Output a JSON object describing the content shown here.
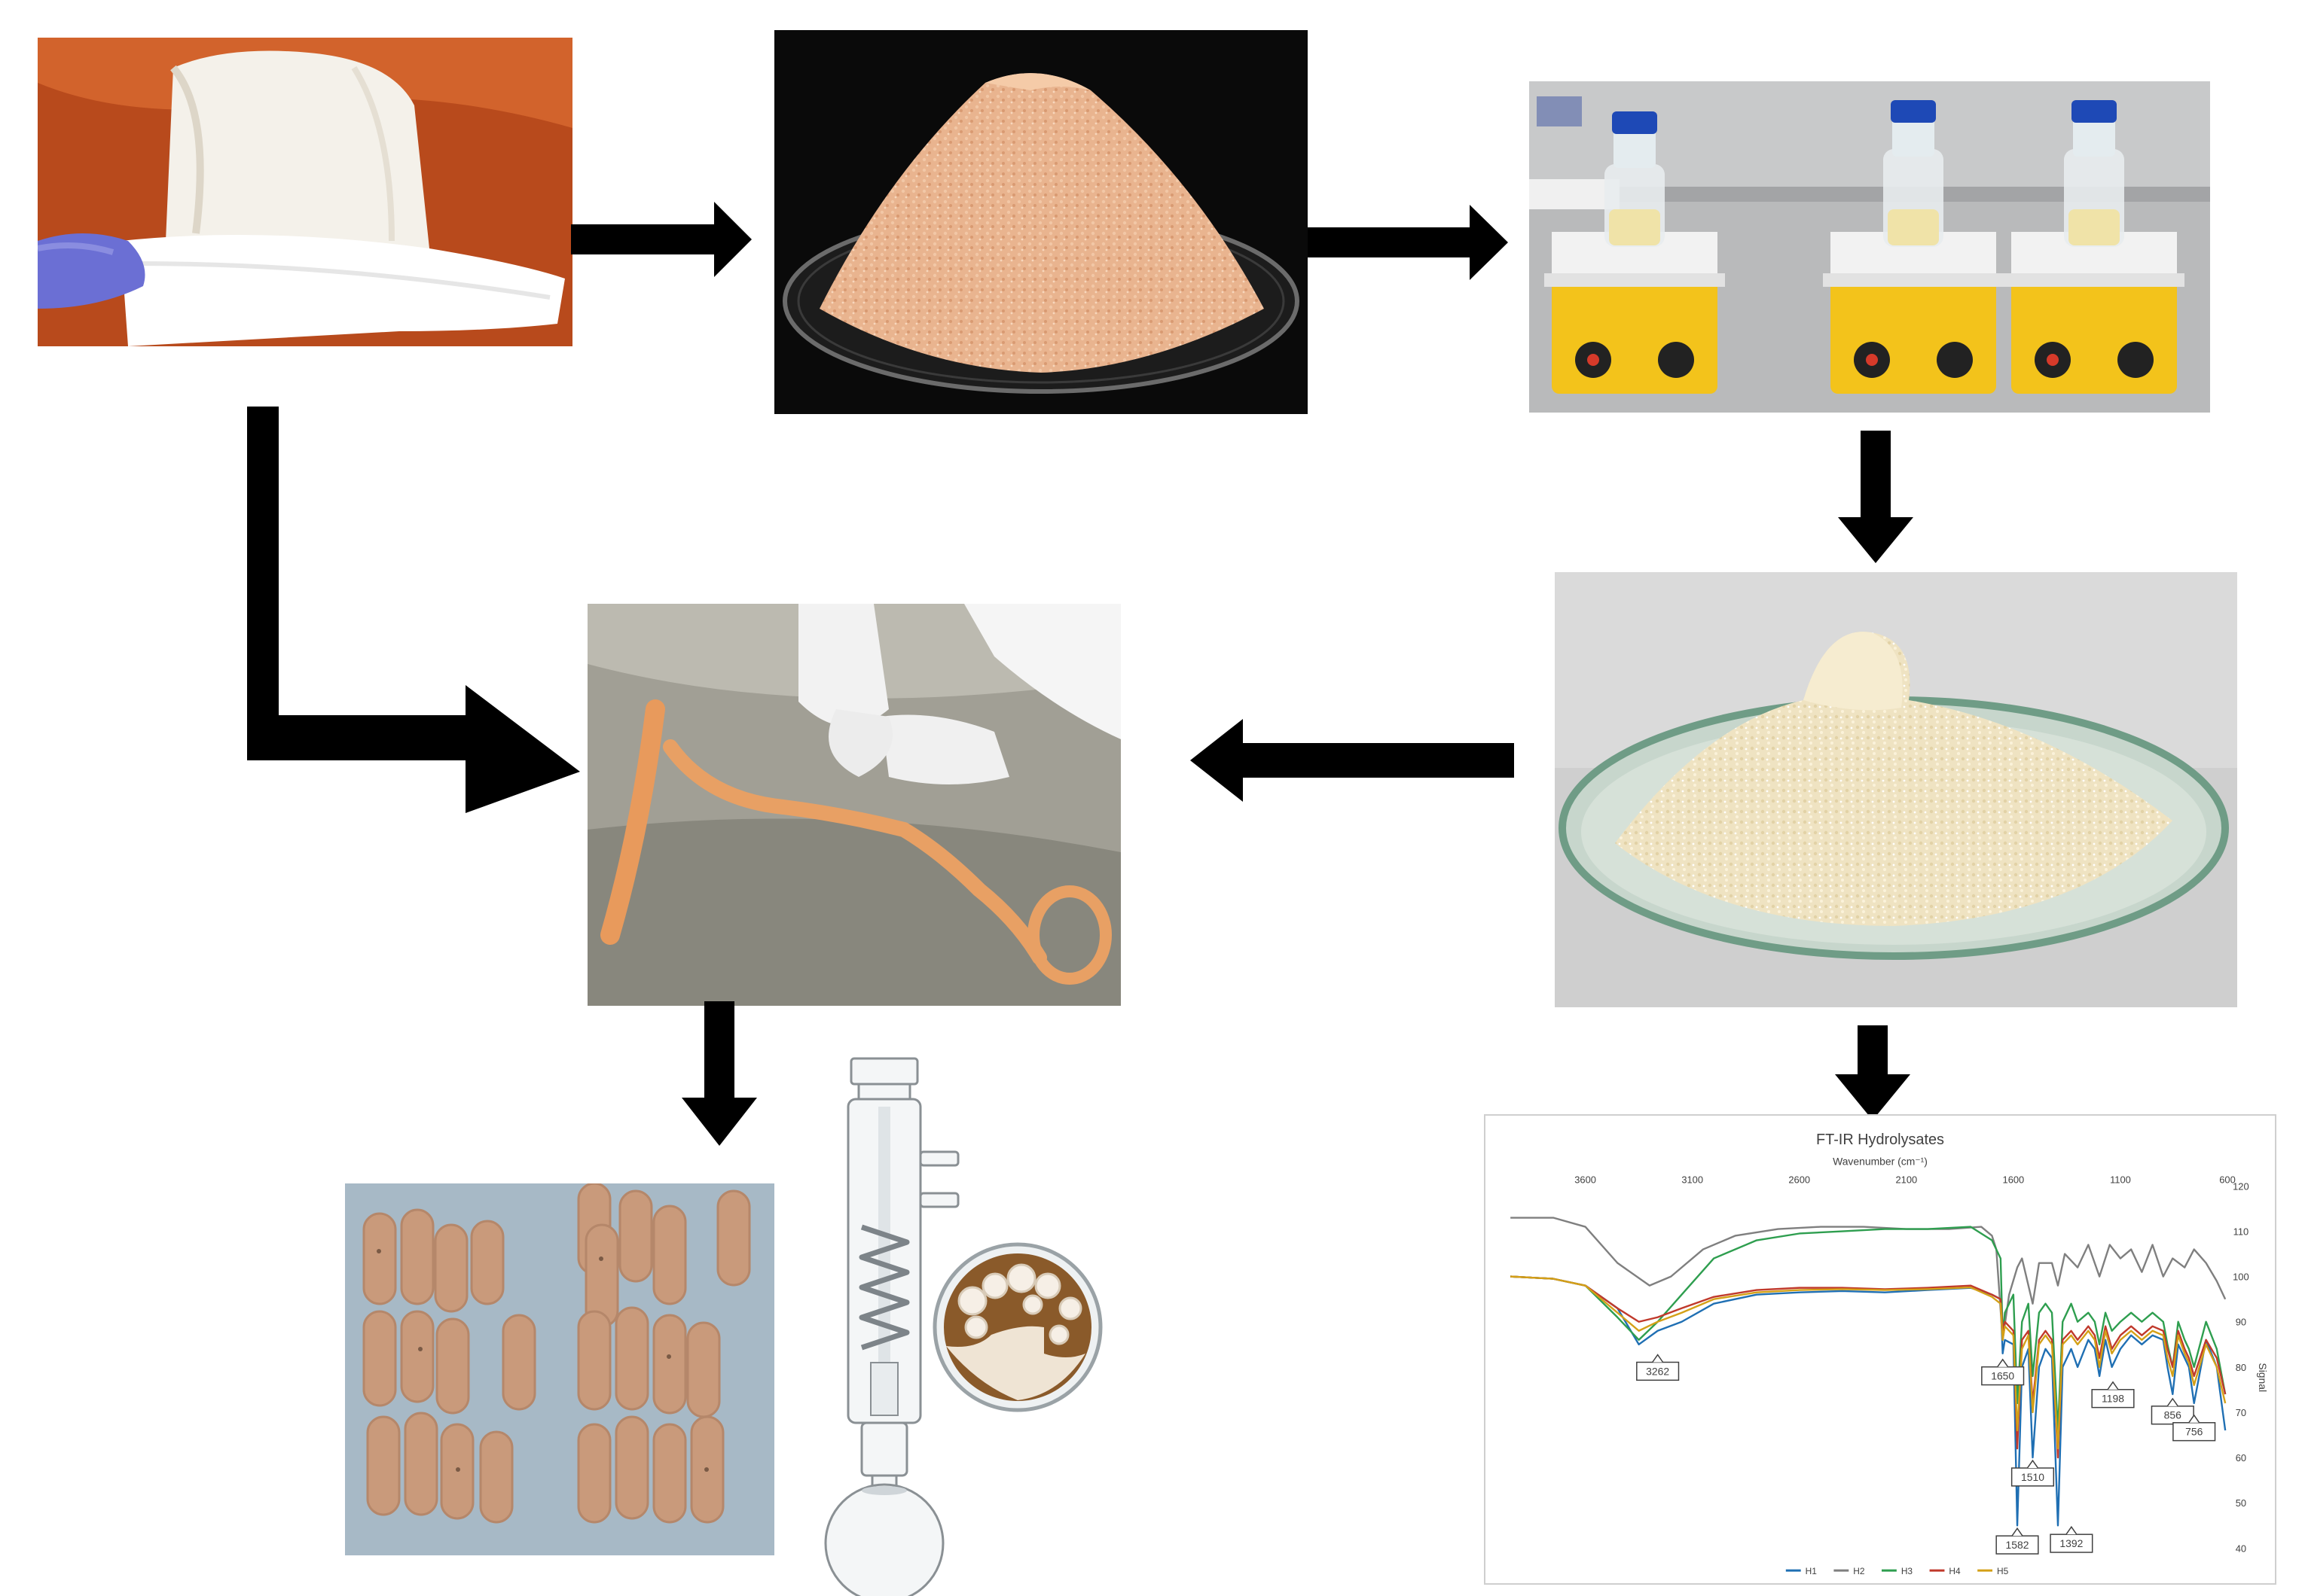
{
  "chart_data": {
    "type": "line",
    "title": "FT-IR Hydrolysates",
    "xlabel": "Wavenumber (cm⁻¹)",
    "ylabel": "Signal",
    "x_ticks": [
      3600,
      3100,
      2600,
      2100,
      1600,
      1100,
      600
    ],
    "y_ticks": [
      40,
      50,
      60,
      70,
      80,
      90,
      100,
      110,
      120
    ],
    "xlim": [
      3950,
      600
    ],
    "ylim": [
      40,
      120
    ],
    "x_axis": "reversed",
    "legend_position": "bottom",
    "annotations": [
      "3262",
      "1650",
      "1510",
      "1582",
      "1392",
      "1198",
      "856",
      "756"
    ],
    "series": [
      {
        "name": "H1",
        "color": "#1f6fb3",
        "x": [
          3950,
          3750,
          3600,
          3450,
          3350,
          3262,
          3150,
          3000,
          2800,
          2600,
          2400,
          2200,
          2000,
          1800,
          1700,
          1660,
          1650,
          1640,
          1600,
          1582,
          1560,
          1530,
          1510,
          1480,
          1450,
          1420,
          1392,
          1370,
          1330,
          1300,
          1250,
          1220,
          1198,
          1170,
          1140,
          1100,
          1050,
          1000,
          950,
          900,
          880,
          856,
          830,
          800,
          780,
          756,
          700,
          650,
          610
        ],
        "y": [
          100,
          99.5,
          98,
          93,
          85,
          88,
          90,
          94,
          96,
          96.5,
          96.8,
          96.5,
          97,
          97.5,
          96,
          95,
          83,
          86,
          85,
          45,
          80,
          84,
          60,
          80,
          84,
          82,
          45,
          80,
          84,
          80,
          86,
          84,
          78,
          86,
          80,
          84,
          87,
          85,
          87,
          86,
          80,
          74,
          85,
          82,
          80,
          72,
          86,
          80,
          66
        ]
      },
      {
        "name": "H2",
        "color": "#7f7f7f",
        "x": [
          3950,
          3750,
          3600,
          3450,
          3300,
          3200,
          3050,
          2900,
          2700,
          2500,
          2300,
          2100,
          1900,
          1750,
          1700,
          1680,
          1650,
          1620,
          1582,
          1560,
          1510,
          1480,
          1420,
          1392,
          1360,
          1300,
          1250,
          1198,
          1150,
          1100,
          1050,
          1000,
          950,
          900,
          856,
          800,
          756,
          700,
          650,
          610
        ],
        "y": [
          113,
          113,
          111,
          103,
          98,
          100,
          106,
          109,
          110.5,
          111,
          111,
          110.5,
          110.5,
          111,
          109,
          106,
          86,
          96,
          102,
          104,
          94,
          103,
          103,
          98,
          105,
          102,
          107,
          100,
          107,
          104,
          106,
          101,
          107,
          100,
          104,
          102,
          106,
          103,
          99,
          95
        ]
      },
      {
        "name": "H3",
        "color": "#2e9e4f",
        "x": [
          3950,
          3750,
          3600,
          3450,
          3350,
          3262,
          3150,
          3000,
          2800,
          2600,
          2400,
          2200,
          2000,
          1800,
          1700,
          1660,
          1650,
          1640,
          1600,
          1582,
          1560,
          1530,
          1510,
          1480,
          1450,
          1420,
          1392,
          1370,
          1330,
          1300,
          1250,
          1220,
          1198,
          1170,
          1140,
          1100,
          1050,
          1000,
          950,
          900,
          880,
          856,
          830,
          800,
          780,
          756,
          700,
          650,
          610
        ],
        "y": [
          100,
          99.5,
          98,
          91,
          86,
          90,
          96,
          104,
          108,
          109.5,
          110,
          110.5,
          110.5,
          111,
          108,
          104,
          87,
          92,
          96,
          72,
          90,
          94,
          78,
          92,
          94,
          92,
          66,
          90,
          94,
          90,
          92,
          90,
          85,
          92,
          88,
          90,
          92,
          90,
          92,
          90,
          85,
          80,
          90,
          86,
          84,
          80,
          90,
          84,
          74
        ]
      },
      {
        "name": "H4",
        "color": "#c0392b",
        "x": [
          3950,
          3750,
          3600,
          3450,
          3350,
          3262,
          3150,
          3000,
          2800,
          2600,
          2400,
          2200,
          2000,
          1800,
          1700,
          1660,
          1650,
          1640,
          1600,
          1582,
          1560,
          1530,
          1510,
          1480,
          1450,
          1420,
          1392,
          1370,
          1330,
          1300,
          1250,
          1220,
          1198,
          1170,
          1140,
          1100,
          1050,
          1000,
          950,
          900,
          880,
          856,
          830,
          800,
          780,
          756,
          700,
          650,
          610
        ],
        "y": [
          100,
          99.5,
          98,
          93,
          90,
          91,
          93,
          95.5,
          97,
          97.5,
          97.5,
          97.2,
          97.5,
          98,
          96,
          95,
          88,
          90,
          88,
          62,
          86,
          88,
          72,
          86,
          88,
          86,
          60,
          86,
          88,
          86,
          89,
          87,
          82,
          89,
          84,
          87,
          89,
          87,
          89,
          88,
          84,
          80,
          88,
          84,
          82,
          78,
          86,
          82,
          74
        ]
      },
      {
        "name": "H5",
        "color": "#d4a017",
        "x": [
          3950,
          3750,
          3600,
          3450,
          3350,
          3262,
          3150,
          3000,
          2800,
          2600,
          2400,
          2200,
          2000,
          1800,
          1700,
          1660,
          1650,
          1640,
          1600,
          1582,
          1560,
          1530,
          1510,
          1480,
          1450,
          1420,
          1392,
          1370,
          1330,
          1300,
          1250,
          1220,
          1198,
          1170,
          1140,
          1100,
          1050,
          1000,
          950,
          900,
          880,
          856,
          830,
          800,
          780,
          756,
          700,
          650,
          610
        ],
        "y": [
          100,
          99.5,
          98,
          92,
          88,
          90,
          92,
          95,
          96.5,
          97,
          97.2,
          97,
          97.2,
          97.6,
          95.5,
          94,
          86,
          89,
          87,
          66,
          84,
          87,
          70,
          85,
          87,
          85,
          62,
          85,
          87,
          85,
          88,
          86,
          80,
          88,
          83,
          86,
          88,
          86,
          88,
          87,
          82,
          78,
          87,
          83,
          81,
          76,
          85,
          80,
          72
        ]
      }
    ]
  },
  "photos": [
    {
      "subject": "raw-fish-skin"
    },
    {
      "subject": "protein-powder"
    },
    {
      "subject": "stirring-hotplates"
    },
    {
      "subject": "hydrolysate-powder"
    },
    {
      "subject": "sausage-stuffing"
    },
    {
      "subject": "sausages"
    }
  ],
  "illustrations": [
    {
      "subject": "soxhlet-extractor"
    },
    {
      "subject": "petri-dish-culture"
    }
  ]
}
